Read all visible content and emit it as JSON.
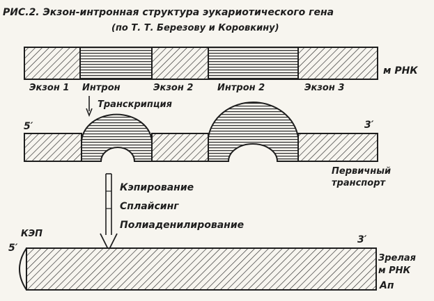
{
  "figure": {
    "title": "РИС.2. Экзон-интронная структура эукариотического гена",
    "subtitle": "(по Т. Т. Березову и Коровкину)"
  },
  "gene": {
    "label": "м РНК",
    "segments": [
      {
        "label": "Экзон 1",
        "kind": "exon"
      },
      {
        "label": "Интрон",
        "kind": "intron"
      },
      {
        "label": "Экзон 2",
        "kind": "exon"
      },
      {
        "label": "Интрон 2",
        "kind": "intron"
      },
      {
        "label": "Экзон 3",
        "kind": "exon"
      }
    ]
  },
  "transcription": {
    "label": "Транскрипция"
  },
  "primary": {
    "five_prime": "5′",
    "three_prime": "3′",
    "label_line1": "Первичный",
    "label_line2": "транспорт"
  },
  "processing": {
    "steps": [
      "Кэпирование",
      "Сплайсинг",
      "Полиаденилирование"
    ]
  },
  "mature": {
    "cap_label": "КЭП",
    "five_prime": "5′",
    "three_prime": "3′",
    "label_line1": "Зрелая",
    "label_line2": "м РНК",
    "polya": "Ап"
  }
}
